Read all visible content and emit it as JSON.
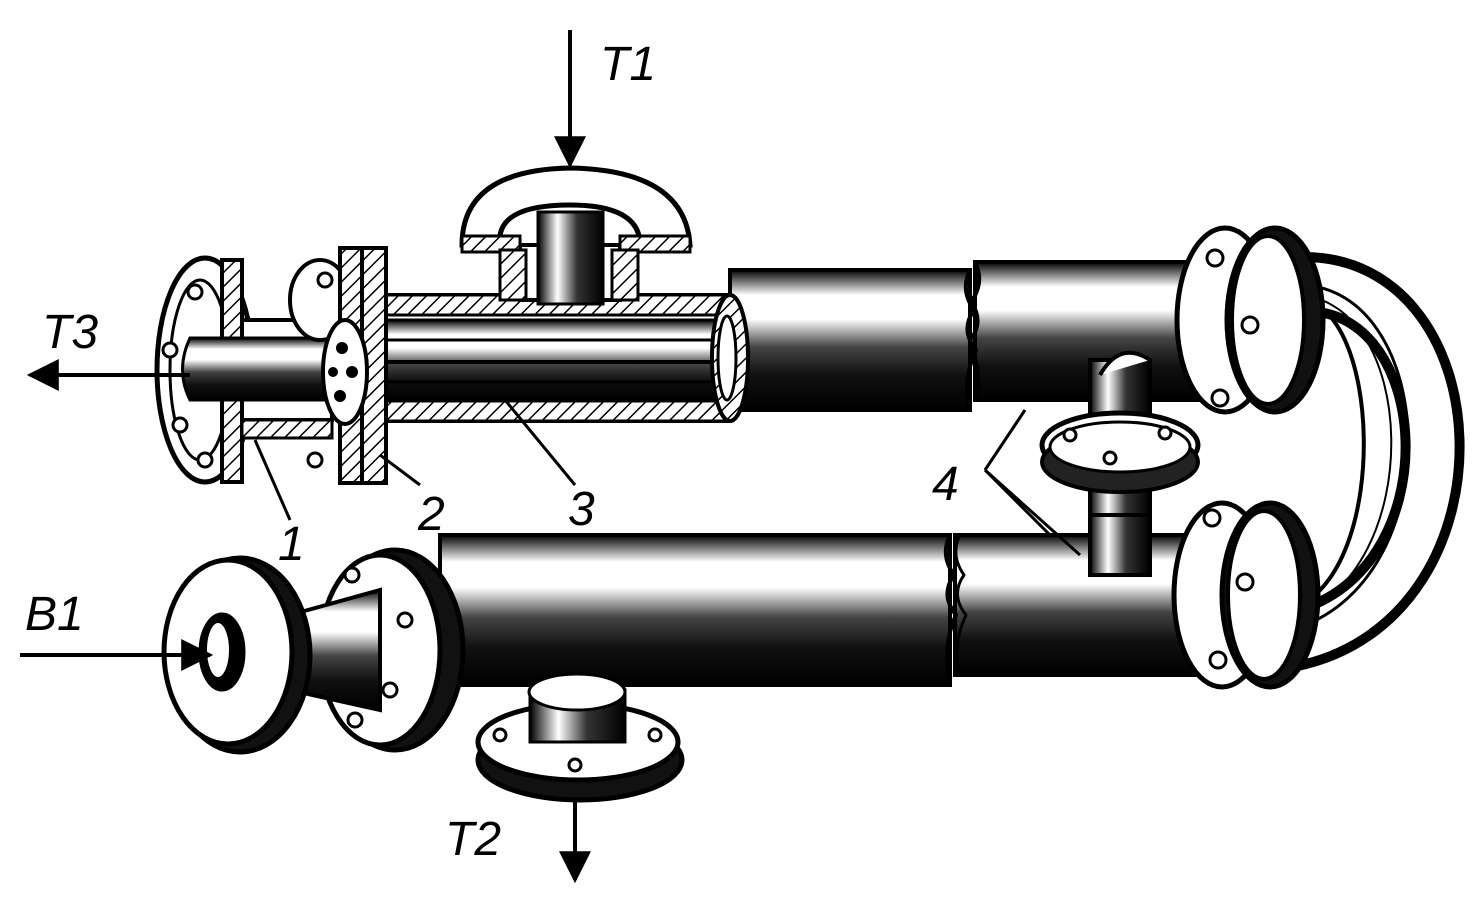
{
  "diagram": {
    "labels": {
      "t1": "T1",
      "t2": "T2",
      "t3": "T3",
      "b1": "B1",
      "n1": "1",
      "n2": "2",
      "n3": "3",
      "n4": "4"
    },
    "colors": {
      "ink": "#000000",
      "paper": "#ffffff"
    }
  }
}
